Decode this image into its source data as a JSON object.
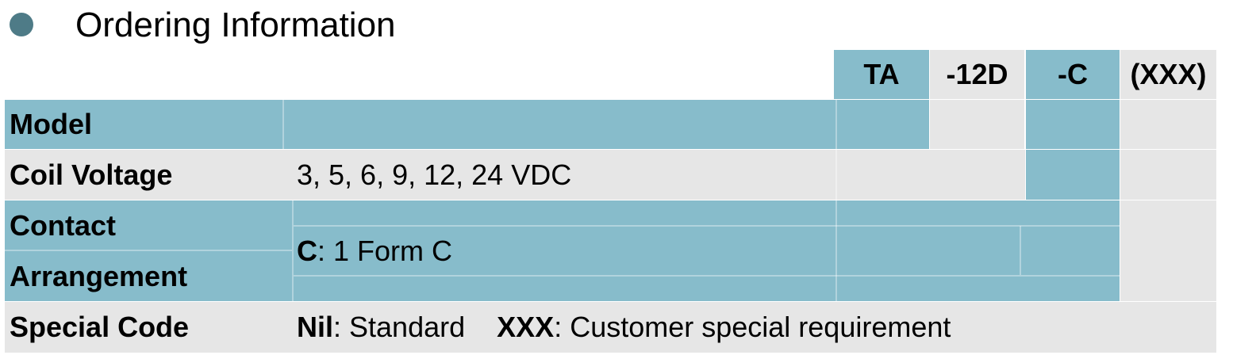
{
  "title": "Ordering Information",
  "codes": [
    "TA",
    "-12D",
    "-C",
    "(XXX)"
  ],
  "rows": {
    "model": {
      "label": "Model"
    },
    "coil_voltage": {
      "label": "Coil Voltage",
      "value": "3, 5, 6, 9, 12, 24 VDC"
    },
    "contact": {
      "label_line1": "Contact",
      "label_line2": "Arrangement",
      "value_key": "C",
      "value_text": ": 1 Form C"
    },
    "special_code": {
      "label": "Special Code",
      "nil_key": "Nil",
      "nil_text": ": Standard",
      "xxx_key": "XXX",
      "xxx_text": ": Customer special requirement"
    }
  },
  "colors": {
    "teal": "#87bccb",
    "gray": "#e6e6e6",
    "bullet": "#4e7b87"
  }
}
